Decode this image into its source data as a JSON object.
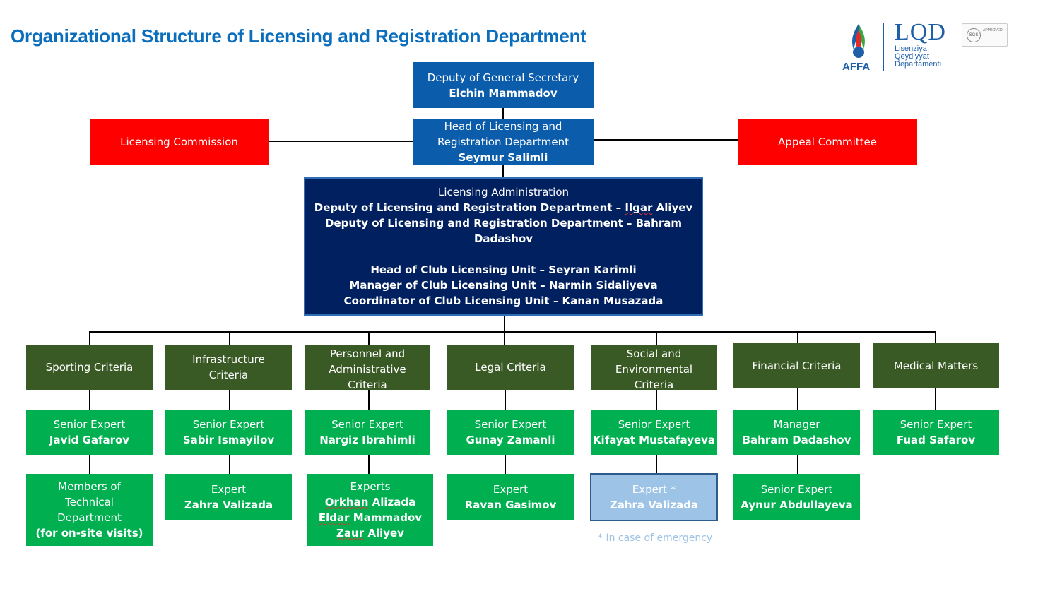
{
  "title": "Organizational Structure of Licensing and Registration Department",
  "logos": {
    "affa": "AFFA",
    "lqd": "LQD",
    "lqd_lines": [
      "Lisenziya",
      "Qeydiyyat",
      "Departamenti"
    ],
    "sgs_badge": "SGS",
    "sgs_text": "APPROVED"
  },
  "top": {
    "deputy_gs": {
      "role": "Deputy of General Secretary",
      "name": "Elchin Mammadov"
    },
    "head": {
      "role_line1": "Head of Licensing and",
      "role_line2": "Registration Department",
      "name": "Seymur Salimli"
    },
    "licensing_commission": "Licensing Commission",
    "appeal_committee": "Appeal Committee"
  },
  "administration": {
    "title": "Licensing Administration",
    "deputy1_prefix": "Deputy of Licensing and Registration Department – ",
    "deputy1_first": "Ilgar",
    "deputy1_last": " Aliyev",
    "deputy2": "Deputy of Licensing and Registration Department – Bahram Dadashov",
    "unit_head": "Head of Club Licensing Unit – Seyran Karimli",
    "unit_manager": "Manager of Club Licensing Unit – Narmin Sidaliyeva",
    "unit_coordinator": "Coordinator of Club Licensing Unit – Kanan Musazada"
  },
  "criteria": [
    {
      "lines": [
        "Sporting Criteria"
      ],
      "level2": {
        "role": "Senior Expert",
        "name": "Javid Gafarov"
      },
      "level3": {
        "lines": [
          "Members of",
          "Technical",
          "Department"
        ],
        "bold": "(for on-site visits)"
      }
    },
    {
      "lines": [
        "Infrastructure",
        "Criteria"
      ],
      "level2": {
        "role": "Senior Expert",
        "name": "Sabir Ismayilov"
      },
      "level3": {
        "role": "Expert",
        "name": "Zahra Valizada"
      }
    },
    {
      "lines": [
        "Personnel and",
        "Administrative",
        "Criteria"
      ],
      "level2": {
        "role": "Senior Expert",
        "name": "Nargiz Ibrahimli"
      },
      "level3": {
        "role": "Experts",
        "names": [
          [
            "Orkhan",
            " Alizada"
          ],
          [
            "Eldar",
            " Mammadov"
          ],
          [
            "Zaur",
            " Aliyev"
          ]
        ]
      }
    },
    {
      "lines": [
        "Legal Criteria"
      ],
      "level2": {
        "role": "Senior Expert",
        "name": "Gunay Zamanli"
      },
      "level3": {
        "role": "Expert",
        "name": "Ravan Gasimov"
      }
    },
    {
      "lines": [
        "Social and",
        "Environmental",
        "Criteria"
      ],
      "level2": {
        "role": "Senior Expert",
        "name": "Kifayat Mustafayeva"
      },
      "level3": {
        "role": "Expert *",
        "name": "Zahra Valizada"
      }
    },
    {
      "lines": [
        "Financial Criteria"
      ],
      "level2": {
        "role": "Manager",
        "name": "Bahram Dadashov"
      },
      "level3": {
        "role": "Senior Expert",
        "name": "Aynur Abdullayeva"
      }
    },
    {
      "lines": [
        "Medical Matters"
      ],
      "level2": {
        "role": "Senior Expert",
        "name": "Fuad Safarov"
      }
    }
  ],
  "footnote": "* In case of emergency",
  "colors": {
    "title": "#0A6EBD",
    "top_blue": "#0B5CAB",
    "committee_red": "#FE0000",
    "admin_navy": "#002060",
    "criteria_dark_green": "#3A5A25",
    "staff_green": "#00B050",
    "emergency_light_blue": "#9DC3E6"
  }
}
